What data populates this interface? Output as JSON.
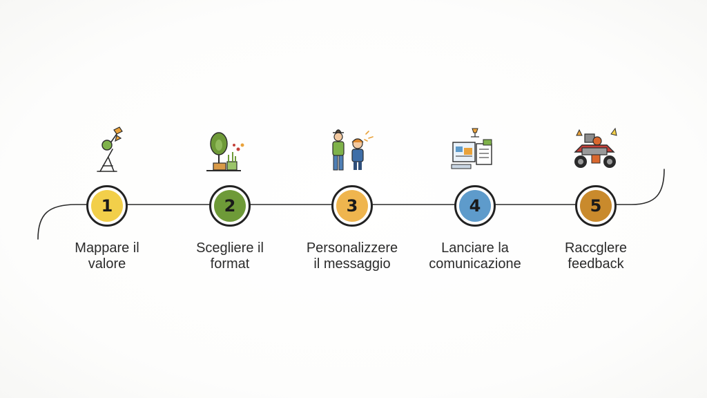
{
  "steps": [
    {
      "number": "1",
      "label_line1": "Mappare il",
      "label_line2": "valore",
      "color": "#F2CF4A",
      "icon": "lever-icon"
    },
    {
      "number": "2",
      "label_line1": "Scegliere il",
      "label_line2": "format",
      "color": "#6E9A38",
      "icon": "tree-garden-icon"
    },
    {
      "number": "3",
      "label_line1": "Personalizzere",
      "label_line2": "il messaggio",
      "color": "#EFB54E",
      "icon": "people-icon"
    },
    {
      "number": "4",
      "label_line1": "Lanciare la",
      "label_line2": "comunicazione",
      "color": "#5E9BCB",
      "icon": "screen-launch-icon"
    },
    {
      "number": "5",
      "label_line1": "Raccglere",
      "label_line2": "feedback",
      "color": "#C98A2C",
      "icon": "quad-vehicle-icon"
    }
  ]
}
